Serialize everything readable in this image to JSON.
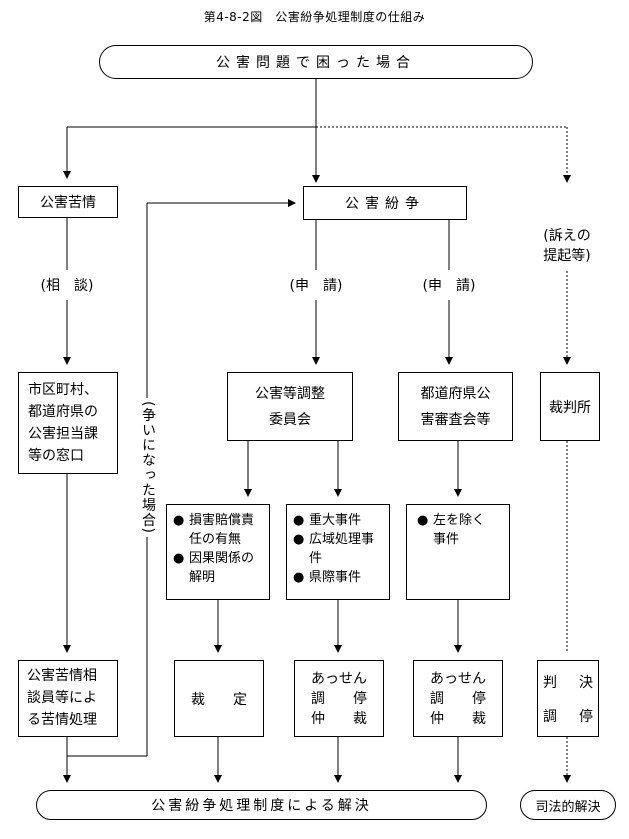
{
  "title": "第4-8-2図　公害紛争処理制度の仕組み",
  "top": "公害問題で困った場合",
  "nodes": {
    "complaint": "公害苦情",
    "dispute": "公害紛争",
    "lawsuit_label_1": "(訴えの",
    "lawsuit_label_2": "提起等)",
    "consult": "(相　談)",
    "apply_a": "(申　請)",
    "apply_b": "(申　請)",
    "became_dispute": "(争いになった場合)",
    "municipal": [
      "市区町村、",
      "都道府県の",
      "公害担当課",
      "等の窓口"
    ],
    "committee": [
      "公害等調整",
      "委員会"
    ],
    "pref_council": [
      "都道府県公",
      "害審査会等"
    ],
    "court": "裁判所",
    "committee_items": [
      [
        "損害賠償責",
        "任の有無"
      ],
      [
        "因果関係の",
        "解明"
      ]
    ],
    "serious_items": [
      [
        "重大事件"
      ],
      [
        "広域処理事",
        "件"
      ],
      [
        "県際事件"
      ]
    ],
    "other_items": [
      [
        "左を除く",
        "事件"
      ]
    ],
    "bullet": "●",
    "complaint_handling": [
      "公害苦情相",
      "談員等によ",
      "る苦情処理"
    ],
    "ruling": "裁　　定",
    "mediation_a": [
      "あっせん",
      "調　　停",
      "仲　　裁"
    ],
    "mediation_b": [
      "あっせん",
      "調　　停",
      "仲　　裁"
    ],
    "judgment": [
      "判",
      "決",
      "調",
      "停"
    ],
    "bottom": "公害紛争処理制度による解決",
    "judicial": "司法的解決"
  }
}
